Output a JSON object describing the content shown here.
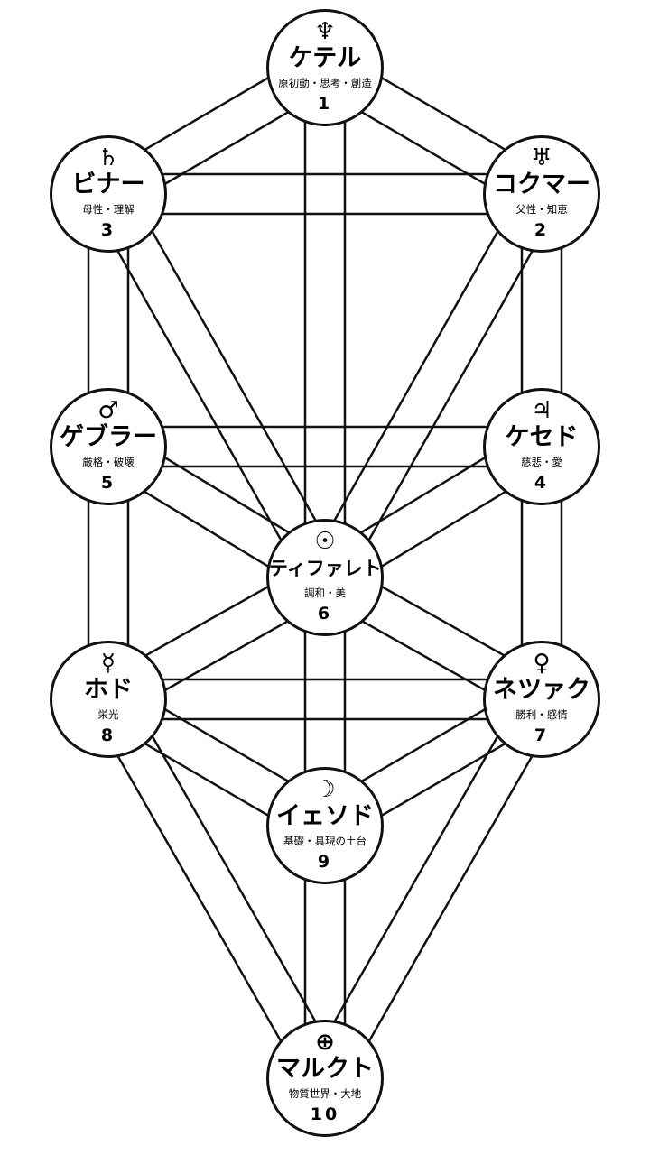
{
  "colors": {
    "line": "#111111",
    "fill": "#ffffff"
  },
  "nodes": [
    {
      "id": "keter",
      "symbol": "♆",
      "icon": "neptune-icon",
      "name": "ケテル",
      "desc": "原初動・思考・創造",
      "number": "1"
    },
    {
      "id": "chokmah",
      "symbol": "♅",
      "icon": "uranus-icon",
      "name": "コクマー",
      "desc": "父性・知恵",
      "number": "2"
    },
    {
      "id": "binah",
      "symbol": "♄",
      "icon": "saturn-icon",
      "name": "ビナー",
      "desc": "母性・理解",
      "number": "3"
    },
    {
      "id": "chesed",
      "symbol": "♃",
      "icon": "jupiter-icon",
      "name": "ケセド",
      "desc": "慈悲・愛",
      "number": "4"
    },
    {
      "id": "geburah",
      "symbol": "♂",
      "icon": "mars-icon",
      "name": "ゲブラー",
      "desc": "厳格・破壊",
      "number": "5"
    },
    {
      "id": "tiphareth",
      "symbol": "☉",
      "icon": "sun-icon",
      "name": "ティファレト",
      "desc": "調和・美",
      "number": "6"
    },
    {
      "id": "netzach",
      "symbol": "♀",
      "icon": "venus-icon",
      "name": "ネツァク",
      "desc": "勝利・感情",
      "number": "7"
    },
    {
      "id": "hod",
      "symbol": "☿",
      "icon": "mercury-icon",
      "name": "ホド",
      "desc": "栄光",
      "number": "8"
    },
    {
      "id": "yesod",
      "symbol": "☽",
      "icon": "moon-icon",
      "name": "イェソド",
      "desc": "基礎・具現の土台",
      "number": "9"
    },
    {
      "id": "malkuth",
      "symbol": "⊕",
      "icon": "earth-icon",
      "name": "マルクト",
      "desc": "物質世界・大地",
      "number": "10"
    }
  ],
  "paths": [
    [
      1,
      2
    ],
    [
      1,
      3
    ],
    [
      1,
      6
    ],
    [
      2,
      3
    ],
    [
      2,
      6
    ],
    [
      2,
      4
    ],
    [
      3,
      6
    ],
    [
      3,
      5
    ],
    [
      4,
      5
    ],
    [
      4,
      6
    ],
    [
      4,
      7
    ],
    [
      5,
      6
    ],
    [
      5,
      8
    ],
    [
      6,
      7
    ],
    [
      6,
      8
    ],
    [
      6,
      9
    ],
    [
      7,
      8
    ],
    [
      7,
      9
    ],
    [
      7,
      10
    ],
    [
      8,
      9
    ],
    [
      8,
      10
    ],
    [
      9,
      10
    ]
  ]
}
